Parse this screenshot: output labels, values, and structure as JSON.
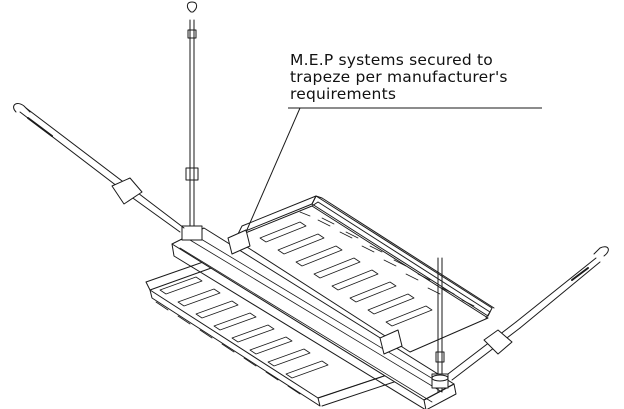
{
  "diagram": {
    "callout": {
      "lines": [
        "M.E.P systems secured to",
        "trapeze per manufacturer's",
        "requirements"
      ]
    },
    "colors": {
      "line": "#1a1a1a",
      "background": "#ffffff"
    }
  }
}
